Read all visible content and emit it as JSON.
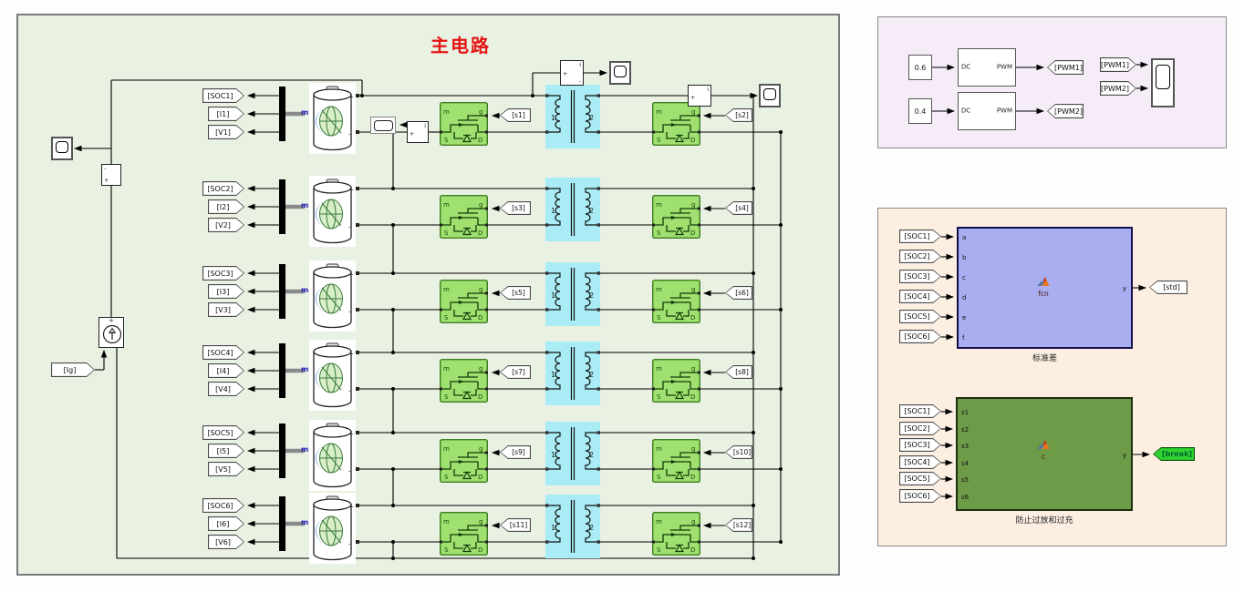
{
  "colors": {
    "main_bg": "#e9f1e2",
    "pwm_panel_bg": "#f5ecf8",
    "func_panel_bg": "#fcefe2",
    "mosfet_fill": "#9fe070",
    "transformer_fill": "#a9ecf5",
    "std_block_fill": "#a9aef1",
    "protect_block_fill": "#6e9b47",
    "break_tag_fill": "#2fd32f",
    "title_color": "#e31515"
  },
  "main": {
    "title": "主电路",
    "ig_tag": "[Ig]",
    "m_label": "m",
    "battery": {
      "plus": "+",
      "minus": "-"
    },
    "mosfet": {
      "m": "m",
      "g": "g",
      "s": "S",
      "d": "D"
    },
    "transformer": {
      "primary": "1",
      "secondary": "2"
    },
    "sensor": {
      "i": "i",
      "plus": "+",
      "minus": "-"
    },
    "vsensor": {
      "plus": "+",
      "minus": "-"
    },
    "source": {
      "plus": "+"
    },
    "rows": [
      {
        "soc": "[SOC1]",
        "i": "[I1]",
        "v": "[V1]",
        "s_left": "[s1]",
        "s_right": "[s2]"
      },
      {
        "soc": "[SOC2]",
        "i": "[I2]",
        "v": "[V2]",
        "s_left": "[s3]",
        "s_right": "[s4]"
      },
      {
        "soc": "[SOC3]",
        "i": "[I3]",
        "v": "[V3]",
        "s_left": "[s5]",
        "s_right": "[s6]"
      },
      {
        "soc": "[SOC4]",
        "i": "[I4]",
        "v": "[V4]",
        "s_left": "[s7]",
        "s_right": "[s8]"
      },
      {
        "soc": "[SOC5]",
        "i": "[I5]",
        "v": "[V5]",
        "s_left": "[s9]",
        "s_right": "[s10]"
      },
      {
        "soc": "[SOC6]",
        "i": "[I6]",
        "v": "[V6]",
        "s_left": "[s11]",
        "s_right": "[s12]"
      }
    ]
  },
  "pwm": {
    "const1": "0.6",
    "const2": "0.4",
    "gen_in": "DC",
    "gen_out": "PWM",
    "goto1": "[PWM1]",
    "goto2": "[PWM2]",
    "from1": "[PWM1]",
    "from2": "[PWM2]"
  },
  "func": {
    "std": {
      "tags": [
        "[SOC1]",
        "[SOC2]",
        "[SOC3]",
        "[SOC4]",
        "[SOC5]",
        "[SOC6]"
      ],
      "inputs": [
        "a",
        "b",
        "c",
        "d",
        "e",
        "f"
      ],
      "output": "y",
      "icon": "fcn",
      "caption": "标准差",
      "goto": "[std]"
    },
    "protect": {
      "tags": [
        "[SOC1]",
        "[SOC2]",
        "[SOC3]",
        "[SOC4]",
        "[SOC5]",
        "[SOC6]"
      ],
      "inputs": [
        "s1",
        "s2",
        "s3",
        "s4",
        "s5",
        "s6"
      ],
      "output": "y",
      "icon": "c",
      "caption": "防止过放和过充",
      "goto": "[break]"
    }
  }
}
